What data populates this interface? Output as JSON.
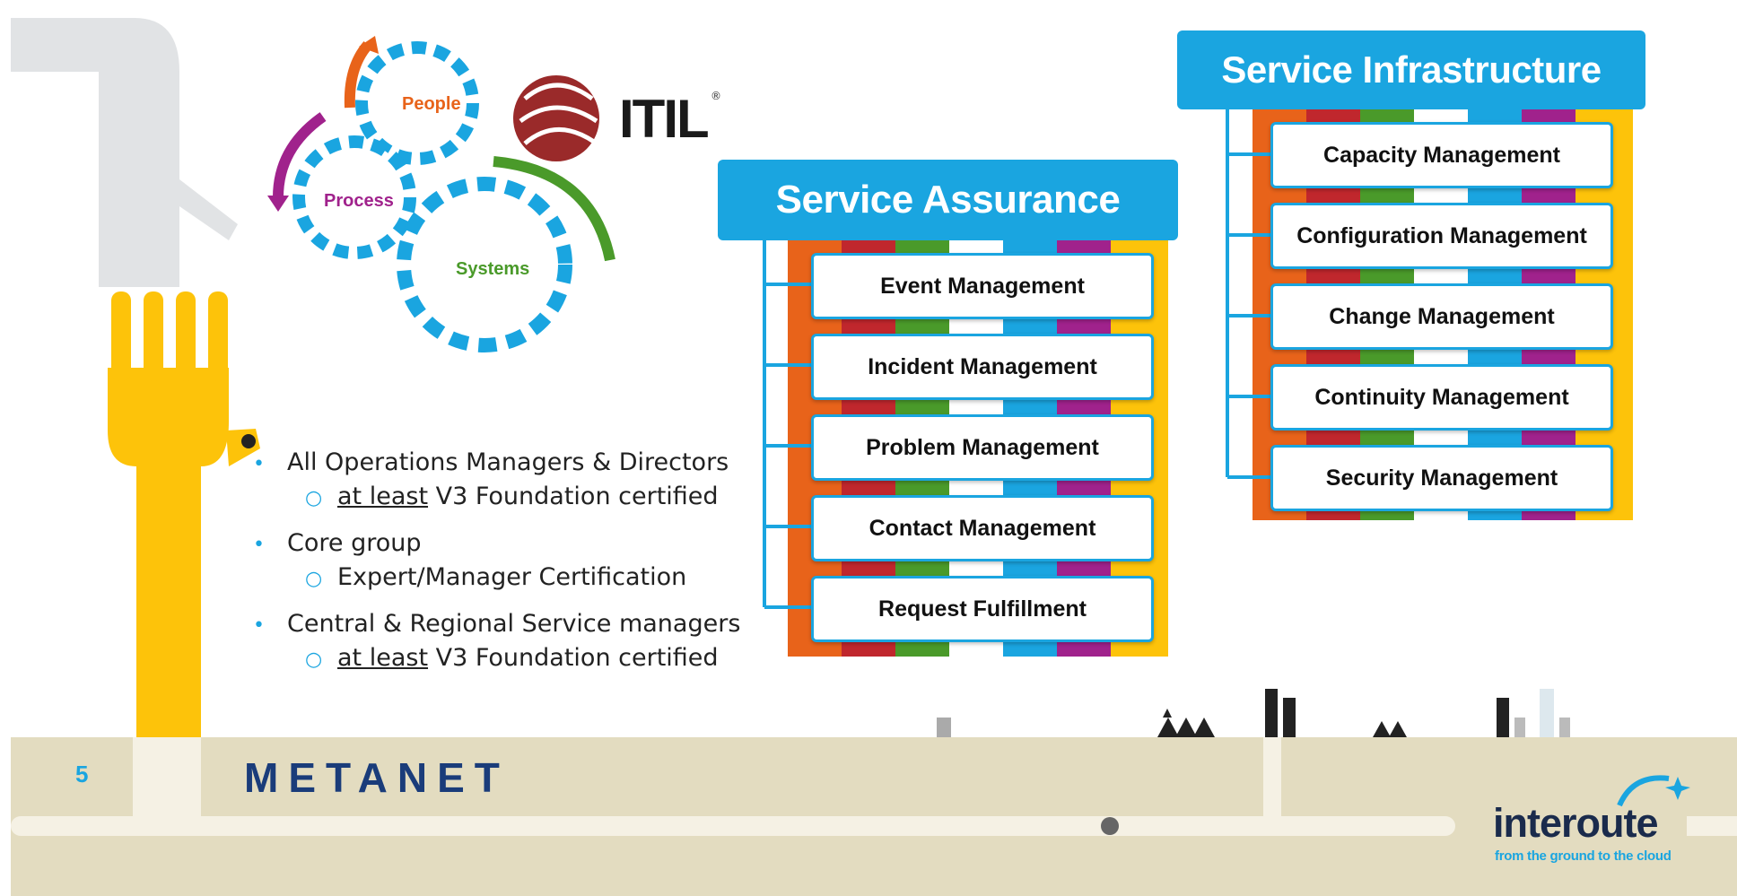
{
  "slide": {
    "page_number": "5",
    "footer_brand": "METANET",
    "footer_logo": "interoute",
    "footer_tagline": "from the ground to the cloud"
  },
  "gears": {
    "people": "People",
    "process": "Process",
    "systems": "Systems",
    "logo_text": "ITIL",
    "logo_mark": "®",
    "colors": {
      "people": "#e8631a",
      "process": "#a0228c",
      "systems": "#4a9a2a",
      "gear": "#1aa5e0"
    }
  },
  "bullets": {
    "items": [
      {
        "text": "All Operations Managers & Directors",
        "sub_underlined": "at least",
        "sub_rest": " V3 Foundation certified"
      },
      {
        "text": "Core group",
        "sub_underlined": "",
        "sub_rest": "Expert/Manager Certification"
      },
      {
        "text": "Central & Regional Service managers",
        "sub_underlined": "at least",
        "sub_rest": " V3 Foundation certified"
      }
    ]
  },
  "service_assurance": {
    "title": "Service Assurance",
    "items": [
      "Event Management",
      "Incident Management",
      "Problem Management",
      "Contact Management",
      "Request Fulfillment"
    ]
  },
  "service_infrastructure": {
    "title": "Service Infrastructure",
    "items": [
      "Capacity Management",
      "Configuration Management",
      "Change Management",
      "Continuity Management",
      "Security Management"
    ]
  },
  "colors": {
    "accent": "#1aa5e0",
    "ground": "#e3dcc0",
    "hand": "#fdc30a",
    "navy": "#1a3c7a"
  }
}
